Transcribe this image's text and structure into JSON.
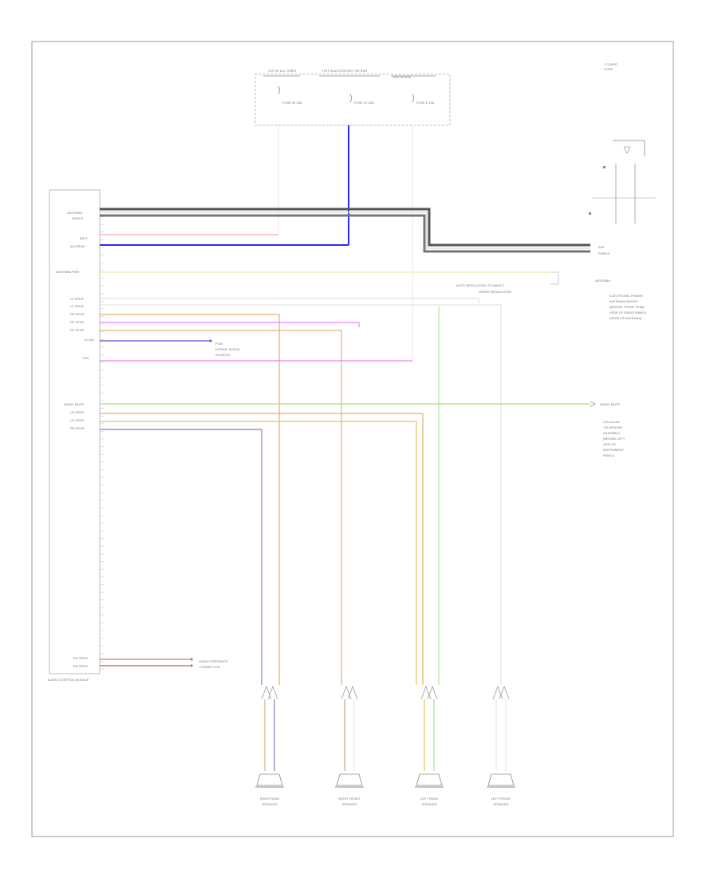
{
  "corner_note": [
    "* COUPE",
    "CONV"
  ],
  "footer_id": "",
  "fuse_box": {
    "label": "",
    "top_labels": [
      "HOT AT ALL TIMES",
      "HOT IN ACCESSORY OR RUN",
      "HOT IN RUN"
    ],
    "fuses": [
      "FUSE 30 15A",
      "FUSE 21 10A",
      "FUSE 6 10A"
    ],
    "wire_labels": [
      "",
      "",
      ""
    ]
  },
  "module": {
    "label": "AUDIO CONTROL MODULE",
    "pins": []
  },
  "wires": [
    {
      "name": "antenna",
      "pin": "ANTENNA",
      "color": "#9a9a9a"
    },
    {
      "name": "antenna-shield",
      "pin": "SHIELD",
      "color": "#9a9a9a"
    },
    {
      "name": "battery",
      "pin": "BATT",
      "color": "#f4a6a6"
    },
    {
      "name": "acc-run",
      "pin": "ACC/RUN",
      "color": "#2a2aff"
    },
    {
      "name": "antenna-pwr",
      "pin": "ANTENNA PWR",
      "color": "#f2ecaa"
    },
    {
      "name": "lf-out1",
      "pin": "LF SPKR",
      "color": "#bbbbbb"
    },
    {
      "name": "lf-out2",
      "pin": "LF SPKR",
      "color": "#bbbbbb"
    },
    {
      "name": "rr-pos",
      "pin": "RR SPKR",
      "color": "#e0b46e"
    },
    {
      "name": "rf-pos",
      "pin": "RF SPKR",
      "color": "#f07ef0"
    },
    {
      "name": "rf-neg",
      "pin": "RF SPKR",
      "color": "#e09c6a"
    },
    {
      "name": "ilum",
      "pin": "ILLUM",
      "color": "#5050d8"
    },
    {
      "name": "ign",
      "pin": "IGN",
      "color": "#f07ef0"
    },
    {
      "name": "radio-mute",
      "pin": "RADIO MUTE",
      "color": "#a8e07c"
    },
    {
      "name": "lr-pos",
      "pin": "LR SPKR",
      "color": "#e0b46e"
    },
    {
      "name": "lr-neg",
      "pin": "LR SPKR",
      "color": "#e8c060"
    },
    {
      "name": "rr-neg",
      "pin": "RR SPKR",
      "color": "#8080cc"
    }
  ],
  "right_labels": {
    "ant_shield": [
      "ANT",
      "SHIELD"
    ],
    "antenna_note": [
      "ANTENNA"
    ],
    "splice_note": [
      "AUTO RESOLUTION TO MASK T",
      "SPEED RESOLUTION"
    ],
    "antenna_desc": [
      "ELECTRONIC POWER",
      "ANTENNA DRIVER",
      "(BEHIND TRUNK TRIM)",
      "(SIDE OF RADIO PANEL)",
      "(REAR OF ANTENNA)"
    ],
    "mute_label": "RADIO MUTE",
    "mute_desc": [
      "CELLULAR",
      "TELEPHONE",
      "ASSEMBLY",
      "(BEHIND LEFT",
      "SIDE OF",
      "INSTRUMENT",
      "PANEL)"
    ]
  },
  "mid_label": [
    "PCM",
    "(CRANK SIGNAL",
    "SOURCE)"
  ],
  "bottom_note": [
    "RADIO PRESENCE",
    "CONNECTOR"
  ],
  "speakers": [
    {
      "label": "RIGHT REAR SPEAKER",
      "wires": [
        "",
        ""
      ]
    },
    {
      "label": "RIGHT FRONT SPEAKER",
      "wires": [
        "",
        ""
      ]
    },
    {
      "label": "LEFT REAR SPEAKER",
      "wires": [
        "",
        ""
      ]
    },
    {
      "label": "LEFT FRONT SPEAKER",
      "wires": [
        "",
        ""
      ]
    }
  ]
}
